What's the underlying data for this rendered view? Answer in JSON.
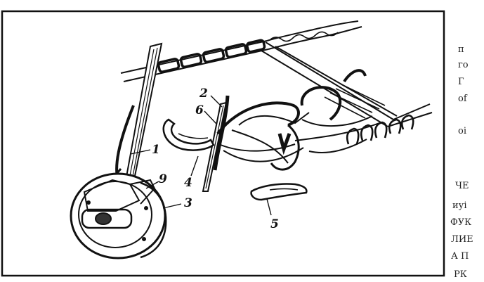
{
  "diagram": {
    "callouts": [
      "1",
      "2",
      "3",
      "4",
      "5",
      "6",
      "9"
    ]
  },
  "edge_text": [
    "п",
    "го",
    "Г",
    "of",
    "оі",
    "ЧЕ",
    "иуі",
    "ФУК",
    "ЛИЕ",
    "А П",
    "РК"
  ],
  "colors": {
    "ink": "#111111",
    "paper": "#ffffff"
  }
}
